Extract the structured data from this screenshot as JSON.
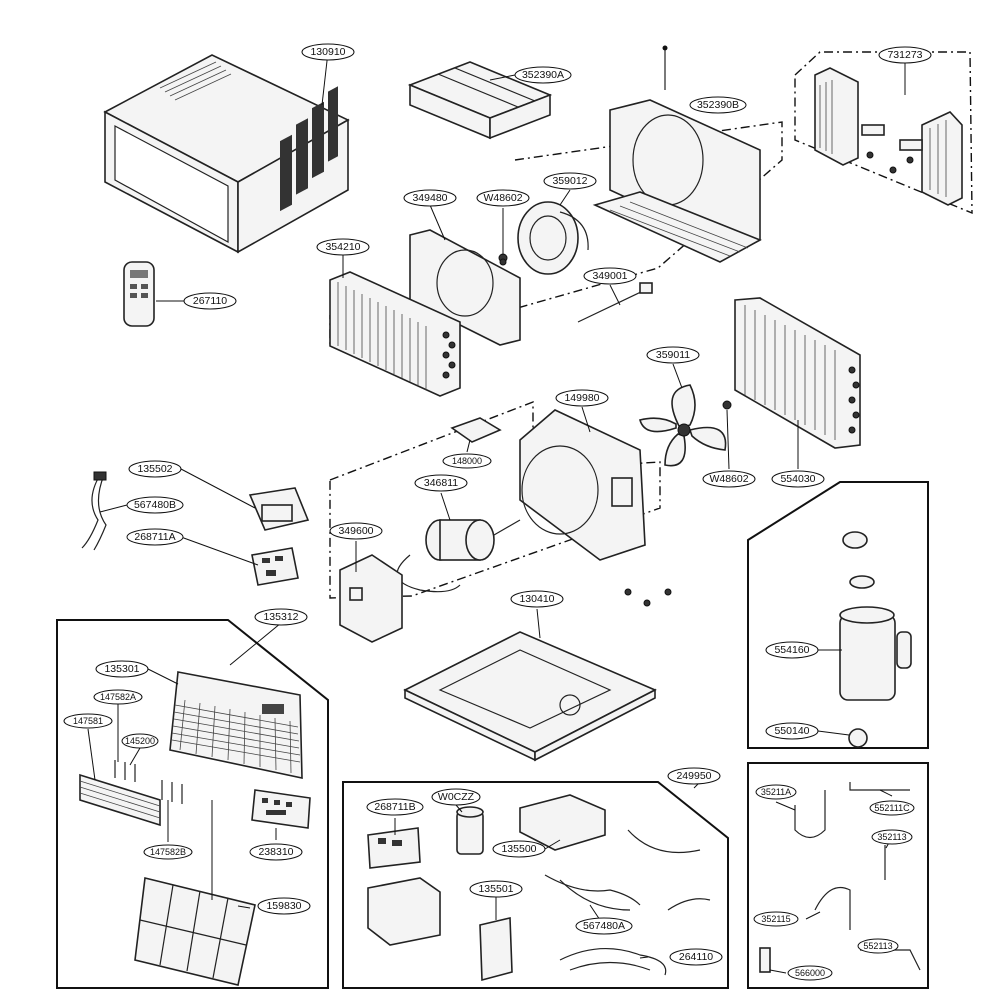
{
  "colors": {
    "line": "#111111",
    "fill": "#f4f4f4",
    "background": "#ffffff"
  },
  "labels": {
    "cabinet": "130910",
    "filter_duct": "352390A",
    "orifice_bracket": "352390B",
    "curtain_kit": "731273",
    "cond_shroud": "349480",
    "nut_top": "W48602",
    "blower_wheel": "359012",
    "evaporator": "354210",
    "tie_rod": "349001",
    "remote": "267110",
    "fan_blade": "359011",
    "barrier": "149980",
    "condenser": "554030",
    "nut_mid": "W48602",
    "motor_bracket": "148000",
    "motor": "346811",
    "control_box_cover": "135502",
    "harness_b": "567480B",
    "control_pcb": "268711A",
    "motor_mount": "349600",
    "base_pan": "130410",
    "front_assembly": "135312",
    "front_grille": "135301",
    "knob_a": "147582A",
    "knob_group": "145200",
    "knob_base": "147581",
    "knob_b": "147582B",
    "display_pcb": "238310",
    "filter": "159830",
    "compressor": "554160",
    "grommet": "550140",
    "pcb_b": "268711B",
    "capacitor": "W0CZZ",
    "electrical_kit": "249950",
    "cover_plate": "135500",
    "control_bracket": "135501",
    "harness_a": "567480A",
    "power_cord": "264110",
    "suction_tube": "35211A",
    "tube_c": "552111C",
    "tube_3": "352113",
    "discharge_tube": "352115",
    "tube_d": "552113",
    "valve": "566000"
  }
}
